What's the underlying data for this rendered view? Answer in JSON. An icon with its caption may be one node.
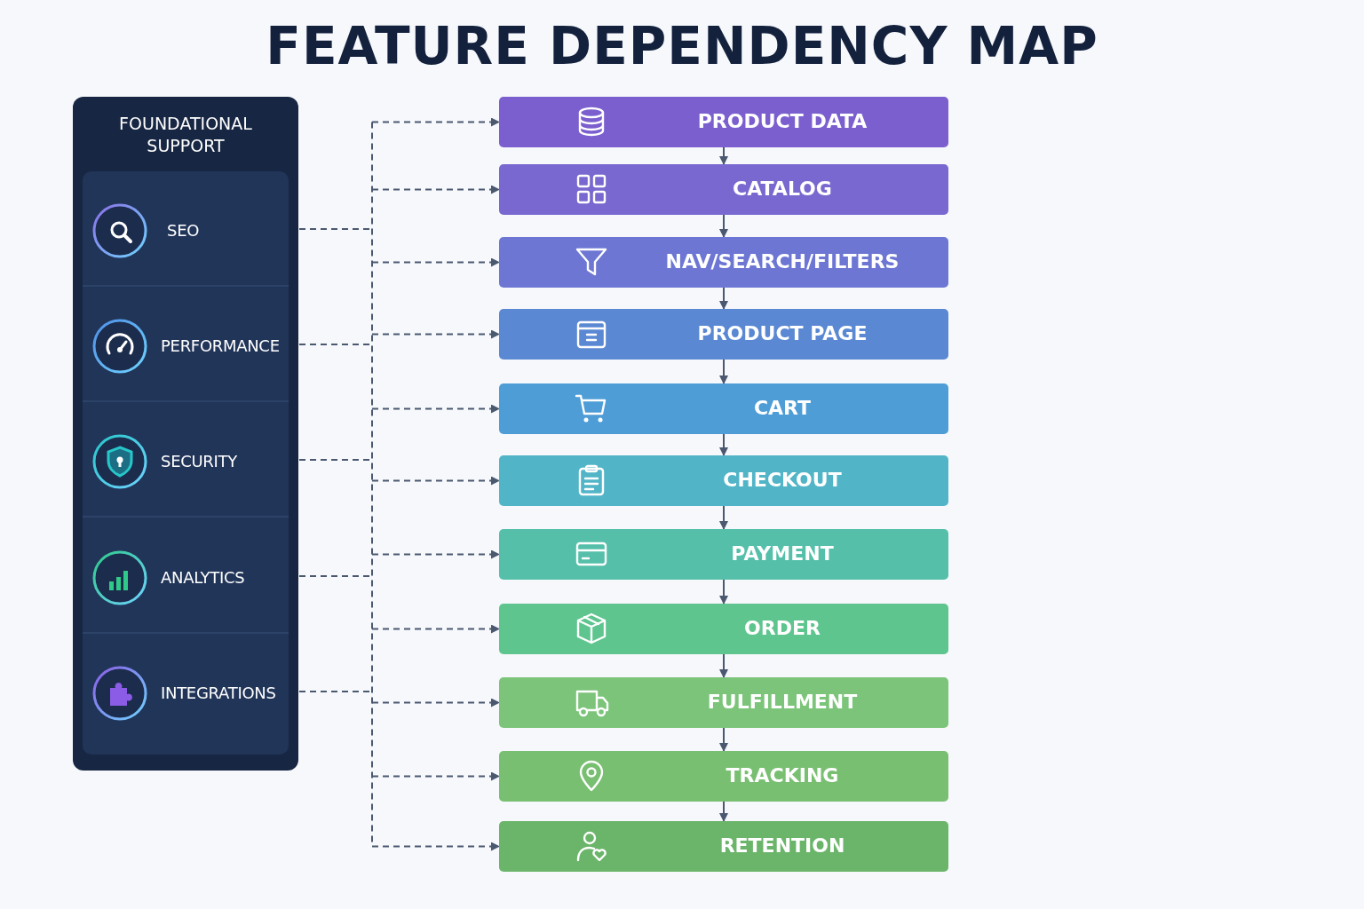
{
  "diagram": {
    "title": "FEATURE DEPENDENCY MAP",
    "nodes": [
      {
        "text": [
          "FOUNDATIONAL SUPPORT"
        ]
      },
      {
        "text": [
          "SEO"
        ],
        "in": 0
      },
      {
        "text": [
          "PERFORMANCE"
        ],
        "in": 0
      },
      {
        "text": [
          "SECURITY"
        ],
        "in": 0
      },
      {
        "text": [
          "ANALYTICS"
        ],
        "in": 0
      },
      {
        "text": [
          "INTEGRATIONS"
        ],
        "in": 0
      },
      {
        "text": [
          "PRODUCT DATA"
        ]
      },
      {
        "text": [
          "CATALOG"
        ]
      },
      {
        "text": [
          "NAV/SEARCH/FILTERS"
        ]
      },
      {
        "text": [
          "PRODUCT PAGE"
        ]
      },
      {
        "text": [
          "CART"
        ]
      },
      {
        "text": [
          "CHECKOUT"
        ]
      },
      {
        "text": [
          "PAYMENT"
        ]
      },
      {
        "text": [
          "ORDER"
        ]
      },
      {
        "text": [
          "FULFILLMENT"
        ]
      },
      {
        "text": [
          "TRACKING"
        ]
      },
      {
        "text": [
          "RETENTION"
        ]
      }
    ],
    "edges": [
      {
        "from": 6,
        "to": 7,
        "arrow": "to"
      },
      {
        "from": 7,
        "to": 8,
        "arrow": "to"
      },
      {
        "from": 8,
        "to": 9,
        "arrow": "to"
      },
      {
        "from": 9,
        "to": 10,
        "arrow": "to"
      },
      {
        "from": 10,
        "to": 11,
        "arrow": "to"
      },
      {
        "from": 11,
        "to": 12,
        "arrow": "to"
      },
      {
        "from": 12,
        "to": 13,
        "arrow": "to"
      },
      {
        "from": 13,
        "to": 14,
        "arrow": "to"
      },
      {
        "from": 14,
        "to": 15,
        "arrow": "to"
      },
      {
        "from": 15,
        "to": 16,
        "arrow": "to"
      },
      {
        "from": 1,
        "to": 6,
        "arrow": "to",
        "style": "dashed"
      },
      {
        "from": 1,
        "to": 7,
        "arrow": "to",
        "style": "dashed"
      },
      {
        "from": 1,
        "to": 8,
        "arrow": "to",
        "style": "dashed"
      },
      {
        "from": 1,
        "to": 9,
        "arrow": "to",
        "style": "dashed"
      },
      {
        "from": 1,
        "to": 10,
        "arrow": "to",
        "style": "dashed"
      },
      {
        "from": 1,
        "to": 11,
        "arrow": "to",
        "style": "dashed"
      },
      {
        "from": 1,
        "to": 12,
        "arrow": "to",
        "style": "dashed"
      },
      {
        "from": 1,
        "to": 13,
        "arrow": "to",
        "style": "dashed"
      },
      {
        "from": 1,
        "to": 14,
        "arrow": "to",
        "style": "dashed"
      },
      {
        "from": 1,
        "to": 15,
        "arrow": "to",
        "style": "dashed"
      },
      {
        "from": 1,
        "to": 16,
        "arrow": "to",
        "style": "dashed"
      },
      {
        "from": 2,
        "to": 6,
        "arrow": "to",
        "style": "dashed"
      },
      {
        "from": 2,
        "to": 7,
        "arrow": "to",
        "style": "dashed"
      },
      {
        "from": 2,
        "to": 8,
        "arrow": "to",
        "style": "dashed"
      },
      {
        "from": 2,
        "to": 9,
        "arrow": "to",
        "style": "dashed"
      },
      {
        "from": 2,
        "to": 10,
        "arrow": "to",
        "style": "dashed"
      },
      {
        "from": 2,
        "to": 11,
        "arrow": "to",
        "style": "dashed"
      },
      {
        "from": 2,
        "to": 12,
        "arrow": "to",
        "style": "dashed"
      },
      {
        "from": 2,
        "to": 13,
        "arrow": "to",
        "style": "dashed"
      },
      {
        "from": 2,
        "to": 14,
        "arrow": "to",
        "style": "dashed"
      },
      {
        "from": 2,
        "to": 15,
        "arrow": "to",
        "style": "dashed"
      },
      {
        "from": 2,
        "to": 16,
        "arrow": "to",
        "style": "dashed"
      },
      {
        "from": 3,
        "to": 6,
        "arrow": "to",
        "style": "dashed"
      },
      {
        "from": 3,
        "to": 7,
        "arrow": "to",
        "style": "dashed"
      },
      {
        "from": 3,
        "to": 8,
        "arrow": "to",
        "style": "dashed"
      },
      {
        "from": 3,
        "to": 9,
        "arrow": "to",
        "style": "dashed"
      },
      {
        "from": 3,
        "to": 10,
        "arrow": "to",
        "style": "dashed"
      },
      {
        "from": 3,
        "to": 11,
        "arrow": "to",
        "style": "dashed"
      },
      {
        "from": 3,
        "to": 12,
        "arrow": "to",
        "style": "dashed"
      },
      {
        "from": 3,
        "to": 13,
        "arrow": "to",
        "style": "dashed"
      },
      {
        "from": 3,
        "to": 14,
        "arrow": "to",
        "style": "dashed"
      },
      {
        "from": 3,
        "to": 15,
        "arrow": "to",
        "style": "dashed"
      },
      {
        "from": 3,
        "to": 16,
        "arrow": "to",
        "style": "dashed"
      },
      {
        "from": 4,
        "to": 6,
        "arrow": "to",
        "style": "dashed"
      },
      {
        "from": 4,
        "to": 7,
        "arrow": "to",
        "style": "dashed"
      },
      {
        "from": 4,
        "to": 8,
        "arrow": "to",
        "style": "dashed"
      },
      {
        "from": 4,
        "to": 9,
        "arrow": "to",
        "style": "dashed"
      },
      {
        "from": 4,
        "to": 10,
        "arrow": "to",
        "style": "dashed"
      },
      {
        "from": 4,
        "to": 11,
        "arrow": "to",
        "style": "dashed"
      },
      {
        "from": 4,
        "to": 12,
        "arrow": "to",
        "style": "dashed"
      },
      {
        "from": 4,
        "to": 13,
        "arrow": "to",
        "style": "dashed"
      },
      {
        "from": 4,
        "to": 14,
        "arrow": "to",
        "style": "dashed"
      },
      {
        "from": 4,
        "to": 15,
        "arrow": "to",
        "style": "dashed"
      },
      {
        "from": 4,
        "to": 16,
        "arrow": "to",
        "style": "dashed"
      },
      {
        "from": 5,
        "to": 6,
        "arrow": "to",
        "style": "dashed"
      },
      {
        "from": 5,
        "to": 7,
        "arrow": "to",
        "style": "dashed"
      },
      {
        "from": 5,
        "to": 8,
        "arrow": "to",
        "style": "dashed"
      },
      {
        "from": 5,
        "to": 9,
        "arrow": "to",
        "style": "dashed"
      },
      {
        "from": 5,
        "to": 10,
        "arrow": "to",
        "style": "dashed"
      },
      {
        "from": 5,
        "to": 11,
        "arrow": "to",
        "style": "dashed"
      },
      {
        "from": 5,
        "to": 12,
        "arrow": "to",
        "style": "dashed"
      },
      {
        "from": 5,
        "to": 13,
        "arrow": "to",
        "style": "dashed"
      },
      {
        "from": 5,
        "to": 14,
        "arrow": "to",
        "style": "dashed"
      },
      {
        "from": 5,
        "to": 15,
        "arrow": "to",
        "style": "dashed"
      },
      {
        "from": 5,
        "to": 16,
        "arrow": "to",
        "style": "dashed"
      }
    ]
  }
}
